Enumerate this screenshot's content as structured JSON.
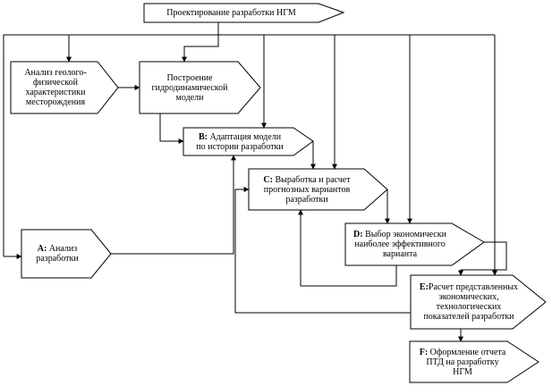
{
  "boxes": {
    "top": {
      "lines": [
        "Проектирование разработки НГМ"
      ]
    },
    "geo": {
      "lines": [
        "Анализ геолого-",
        "физической",
        "характеристики",
        "месторождения"
      ]
    },
    "model": {
      "lines": [
        "Построение",
        "гидродинамической",
        "модели"
      ]
    },
    "b": {
      "code": "B:",
      "lines": [
        "Адаптация модели",
        "по истории разработки"
      ]
    },
    "c": {
      "code": "C:",
      "lines": [
        "Выработка и расчет",
        "прогнозных вариантов",
        "разработки"
      ]
    },
    "a": {
      "code": "A:",
      "lines": [
        "Анализ",
        "разработки"
      ]
    },
    "d": {
      "code": "D:",
      "lines": [
        "Выбор экономически",
        "наиболее эффективного",
        "варианта"
      ]
    },
    "e": {
      "code": "E:",
      "lines": [
        "Расчет представленных",
        "экономических,",
        "технологических",
        "показателей разработки"
      ]
    },
    "f": {
      "code": "F:",
      "lines": [
        "Оформление отчета",
        "ПТД на разработку",
        "НГМ"
      ]
    }
  }
}
